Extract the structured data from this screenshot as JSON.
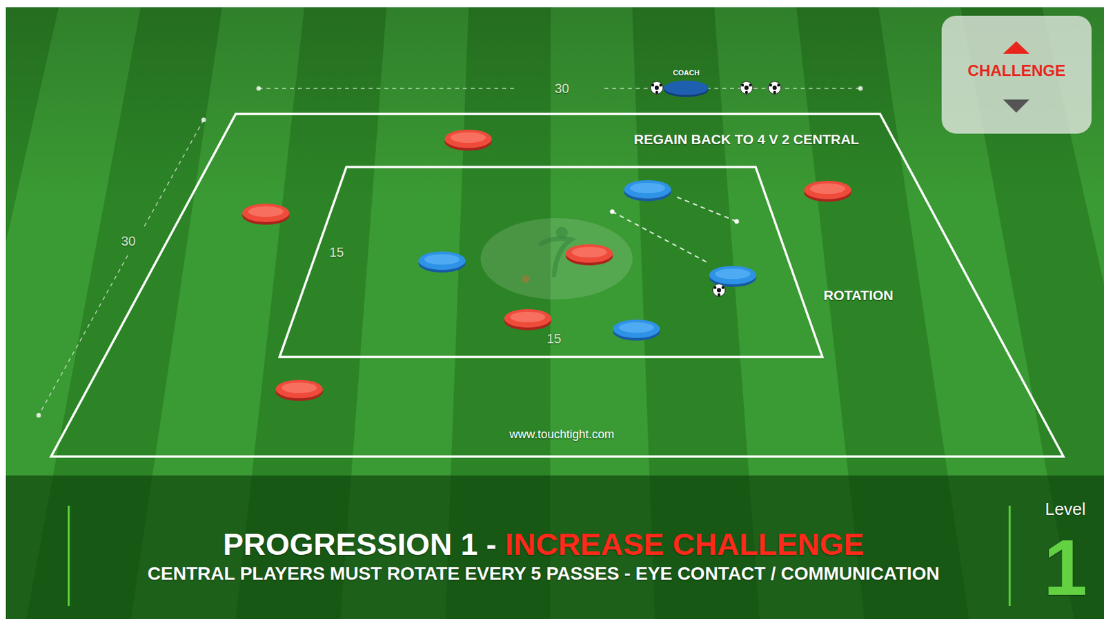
{
  "diagram": {
    "caption": "CENTRAL PLAYERS MUST ROTATE EVERY 5 PASSES - EYE CONTACT / COMMUNICATION",
    "nodes": [
      {
        "text": [
          "CHALLENGE"
        ]
      }
    ],
    "labels": [
      "30",
      "COACH",
      "REGAIN BACK TO 4 V 2 CENTRAL",
      "30",
      "15",
      "ROTATION",
      "15",
      "www.touchtight.com",
      "PROGRESSION 1 -",
      "INCREASE CHALLENGE",
      "Level",
      "1"
    ]
  }
}
